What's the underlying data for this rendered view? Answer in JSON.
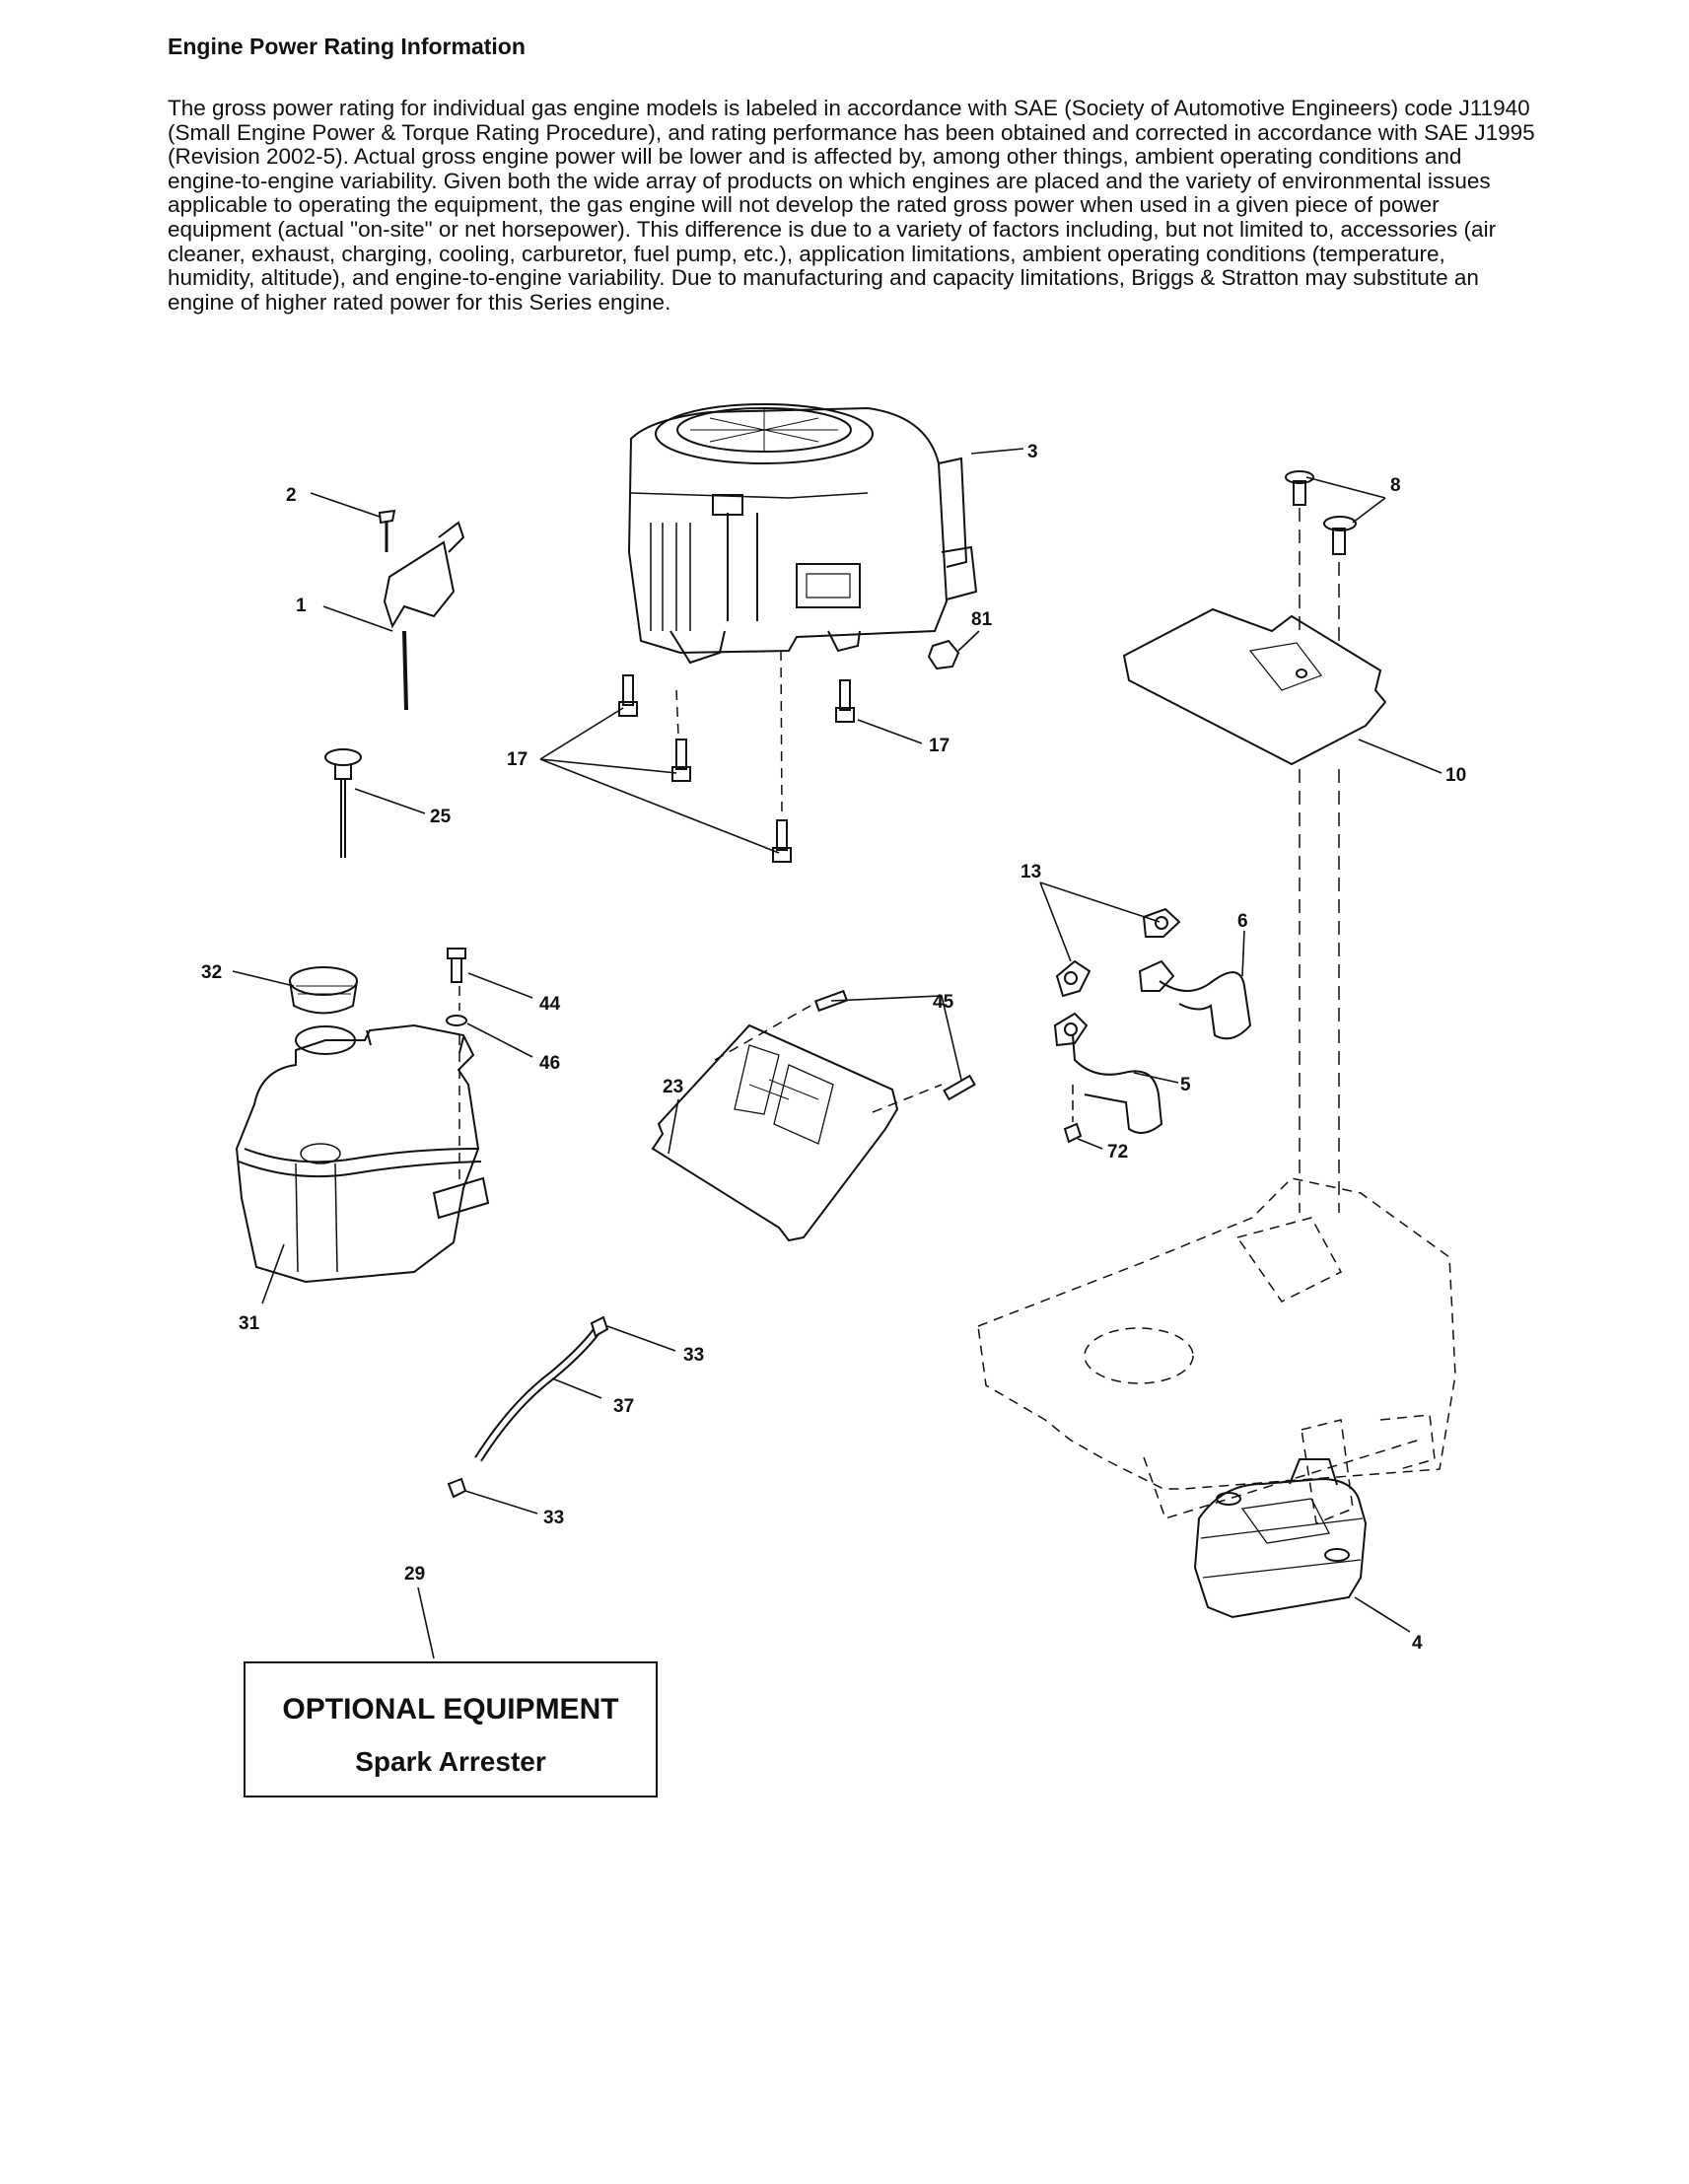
{
  "heading": "Engine Power Rating Information",
  "paragraph": "The gross power rating for individual gas engine models is labeled in accordance with SAE (Society of Automotive Engineers) code J11940 (Small Engine Power & Torque Rating Procedure), and rating performance has been obtained and corrected in accordance with SAE J1995 (Revision 2002-5). Actual gross engine power will be lower and is affected by, among other things, ambient operating conditions and engine-to-engine variability. Given both the wide array of products on which engines are placed and the variety of environmental issues applicable to operating the equipment, the gas engine will not develop the rated gross power when used in a given piece of power equipment (actual \"on-site\" or net horsepower). This difference is due to a variety of factors including, but not limited to, accessories (air cleaner, exhaust, charging, cooling, carburetor, fuel pump, etc.), application limitations, ambient operating conditions (temperature, humidity, altitude), and engine-to-engine variability. Due to manufacturing and capacity limitations, Briggs & Stratton may substitute an engine of higher rated power for this Series engine.",
  "callouts": {
    "c1": "1",
    "c2": "2",
    "c3": "3",
    "c4": "4",
    "c5": "5",
    "c6": "6",
    "c8": "8",
    "c10": "10",
    "c13": "13",
    "c17a": "17",
    "c17b": "17",
    "c23": "23",
    "c25": "25",
    "c29": "29",
    "c31": "31",
    "c32": "32",
    "c33a": "33",
    "c33b": "33",
    "c37": "37",
    "c44": "44",
    "c45": "45",
    "c46": "46",
    "c72": "72",
    "c81": "81"
  },
  "optional_box": {
    "title": "OPTIONAL EQUIPMENT",
    "subtitle": "Spark Arrester"
  }
}
